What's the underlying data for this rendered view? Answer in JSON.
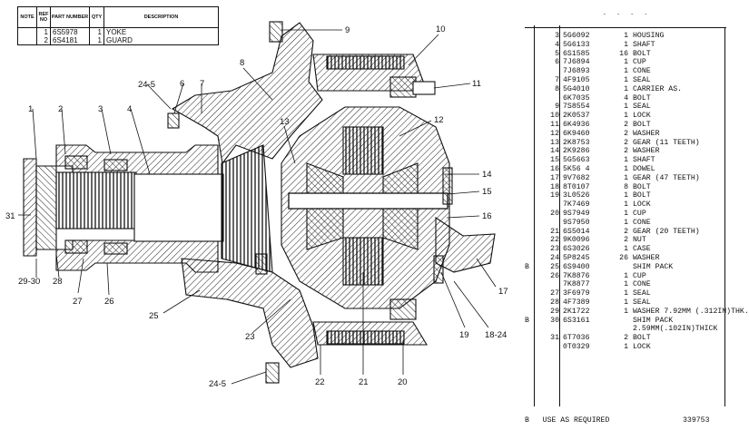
{
  "header_table": {
    "columns": [
      "NOTE",
      "REF NO",
      "PART NUMBER",
      "QTY",
      "DESCRIPTION"
    ],
    "rows": [
      {
        "ref": "1",
        "part": "6S5978",
        "qty": "1",
        "desc": "YOKE"
      },
      {
        "ref": "2",
        "part": "6S4181",
        "qty": "1",
        "desc": "GUARD"
      }
    ]
  },
  "callouts": [
    "1",
    "2",
    "3",
    "4",
    "5",
    "6",
    "7",
    "8",
    "9",
    "10",
    "11",
    "12",
    "13",
    "14",
    "15",
    "16",
    "17",
    "18-24",
    "19",
    "20",
    "21",
    "22",
    "23",
    "24-5",
    "24-5",
    "25",
    "26",
    "27",
    "28",
    "29-30",
    "31"
  ],
  "parts_list": [
    {
      "code": "",
      "ref": "3",
      "part": "5G6092",
      "qty": "1",
      "desc": "HOUSING"
    },
    {
      "code": "",
      "ref": "4",
      "part": "5G6133",
      "qty": "1",
      "desc": "SHAFT"
    },
    {
      "code": "",
      "ref": "5",
      "part": "6S1585",
      "qty": "16",
      "desc": "BOLT"
    },
    {
      "code": "",
      "ref": "6",
      "part": "7J6894",
      "qty": "1",
      "desc": "CUP"
    },
    {
      "code": "",
      "ref": "",
      "part": "7J6893",
      "qty": "1",
      "desc": "CONE"
    },
    {
      "code": "",
      "ref": "7",
      "part": "4F9105",
      "qty": "1",
      "desc": "SEAL"
    },
    {
      "code": "",
      "ref": "8",
      "part": "5G4010",
      "qty": "1",
      "desc": "CARRIER AS."
    },
    {
      "code": "",
      "ref": "",
      "part": "6K7035",
      "qty": "4",
      "desc": "BOLT"
    },
    {
      "code": "",
      "ref": "9",
      "part": "7S8554",
      "qty": "1",
      "desc": "SEAL"
    },
    {
      "code": "",
      "ref": "10",
      "part": "2K0537",
      "qty": "1",
      "desc": "LOCK"
    },
    {
      "code": "",
      "ref": "11",
      "part": "6K4936",
      "qty": "2",
      "desc": "BOLT"
    },
    {
      "code": "",
      "ref": "12",
      "part": "6K9460",
      "qty": "2",
      "desc": "WASHER"
    },
    {
      "code": "",
      "ref": "13",
      "part": "2K8753",
      "qty": "2",
      "desc": "GEAR (11 TEETH)"
    },
    {
      "code": "",
      "ref": "14",
      "part": "2K9286",
      "qty": "2",
      "desc": "WASHER"
    },
    {
      "code": "",
      "ref": "15",
      "part": "5G5663",
      "qty": "1",
      "desc": "SHAFT"
    },
    {
      "code": "",
      "ref": "16",
      "part": "5K56 4",
      "qty": "1",
      "desc": "DOWEL"
    },
    {
      "code": "",
      "ref": "17",
      "part": "9V7682",
      "qty": "1",
      "desc": "GEAR (47 TEETH)"
    },
    {
      "code": "",
      "ref": "18",
      "part": "8T0107",
      "qty": "8",
      "desc": "BOLT"
    },
    {
      "code": "",
      "ref": "19",
      "part": "3L0526",
      "qty": "1",
      "desc": "BOLT"
    },
    {
      "code": "",
      "ref": "",
      "part": "7K7469",
      "qty": "1",
      "desc": "LOCK"
    },
    {
      "code": "",
      "ref": "20",
      "part": "9S7949",
      "qty": "1",
      "desc": "CUP"
    },
    {
      "code": "",
      "ref": "",
      "part": "9S7950",
      "qty": "1",
      "desc": "CONE"
    },
    {
      "code": "",
      "ref": "21",
      "part": "6S5014",
      "qty": "2",
      "desc": "GEAR (20 TEETH)"
    },
    {
      "code": "",
      "ref": "22",
      "part": "9K0096",
      "qty": "2",
      "desc": "NUT"
    },
    {
      "code": "",
      "ref": "23",
      "part": "6S3026",
      "qty": "1",
      "desc": "CASE"
    },
    {
      "code": "",
      "ref": "24",
      "part": "5P8245",
      "qty": "26",
      "desc": "WASHER"
    },
    {
      "code": "B",
      "ref": "25",
      "part": "6S9400",
      "qty": "",
      "desc": "SHIM PACK"
    },
    {
      "code": "",
      "ref": "26",
      "part": "7K8876",
      "qty": "1",
      "desc": "CUP"
    },
    {
      "code": "",
      "ref": "",
      "part": "7K8877",
      "qty": "1",
      "desc": "CONE"
    },
    {
      "code": "",
      "ref": "27",
      "part": "3F6979",
      "qty": "1",
      "desc": "SEAL"
    },
    {
      "code": "",
      "ref": "28",
      "part": "4F7389",
      "qty": "1",
      "desc": "SEAL"
    },
    {
      "code": "",
      "ref": "29",
      "part": "2K1722",
      "qty": "1",
      "desc": "WASHER 7.92MM (.312IN)THK."
    },
    {
      "code": "B",
      "ref": "30",
      "part": "6S3161",
      "qty": "",
      "desc": "SHIM PACK"
    },
    {
      "code": "",
      "ref": "",
      "part": "",
      "qty": "",
      "desc": "2.59MM(.102IN)THICK"
    },
    {
      "code": "",
      "ref": "31",
      "part": "6T7036",
      "qty": "2",
      "desc": "BOLT"
    },
    {
      "code": "",
      "ref": "",
      "part": "0T0329",
      "qty": "1",
      "desc": "LOCK"
    }
  ],
  "footer": {
    "note": "B   USE AS REQUIRED",
    "illustration_number": "339753"
  }
}
